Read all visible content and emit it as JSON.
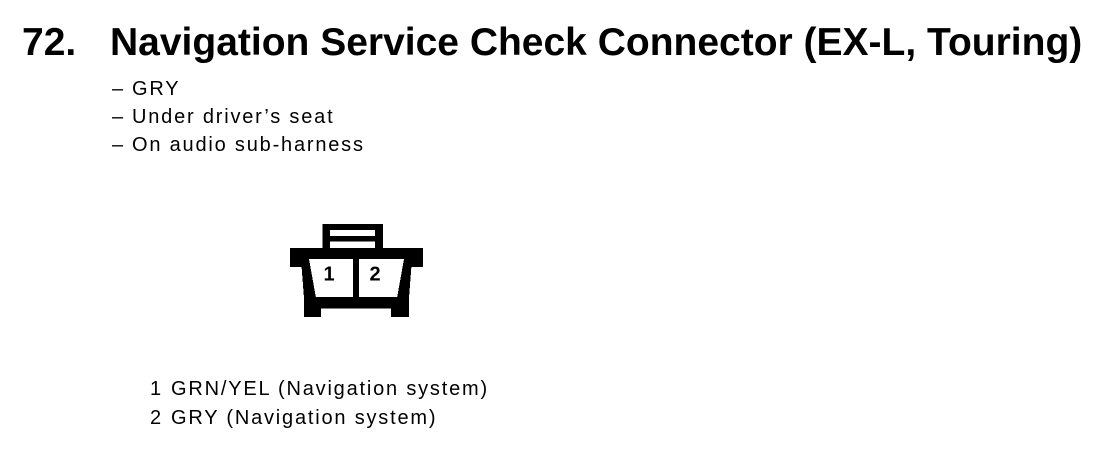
{
  "page": {
    "background_color": "#ffffff",
    "text_color": "#000000"
  },
  "section": {
    "number": "72.",
    "title": "Navigation Service Check Connector (EX-L, Touring)"
  },
  "details": [
    {
      "bullet": "–",
      "text": "GRY"
    },
    {
      "bullet": "–",
      "text": "Under driver’s seat"
    },
    {
      "bullet": "–",
      "text": "On audio sub-harness"
    }
  ],
  "connector_diagram": {
    "description": "2-cavity connector, front view with top latch tab",
    "cavities": [
      "1",
      "2"
    ]
  },
  "pin_legend": [
    {
      "pin": "1",
      "wire": "GRN/YEL (Navigation system)"
    },
    {
      "pin": "2",
      "wire": "GRY (Navigation system)"
    }
  ]
}
